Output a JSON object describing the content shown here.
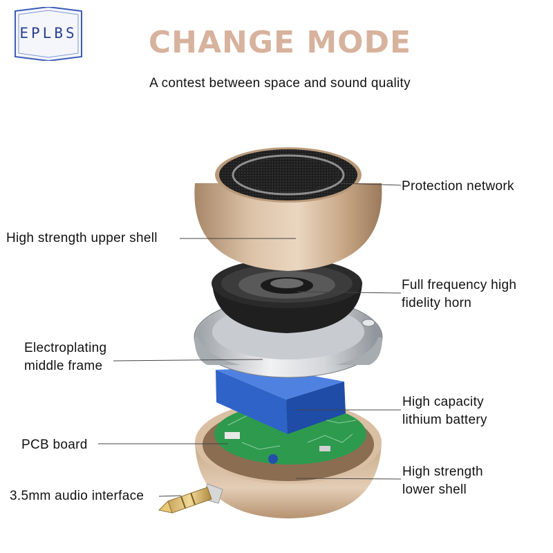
{
  "brand": {
    "logo_text": "EPLBS"
  },
  "header": {
    "title": "CHANGE MODE",
    "subtitle": "A contest between space and sound quality"
  },
  "labels": {
    "protection_network": "Protection network",
    "upper_shell": "High strength upper shell",
    "horn_line1": "Full frequency high",
    "horn_line2": "fidelity horn",
    "middle_frame_line1": "Electroplating",
    "middle_frame_line2": "middle frame",
    "battery_line1": "High capacity",
    "battery_line2": "lithium battery",
    "pcb_board": "PCB board",
    "lower_shell_line1": "High strength",
    "lower_shell_line2": "lower shell",
    "audio_interface": "3.5mm audio interface"
  },
  "colors": {
    "title": "#d7b29d",
    "logo": "#2a3f8f",
    "shell_gold": "#c9a988",
    "battery_blue": "#2f63c8",
    "pcb_green": "#2e9a4e"
  }
}
